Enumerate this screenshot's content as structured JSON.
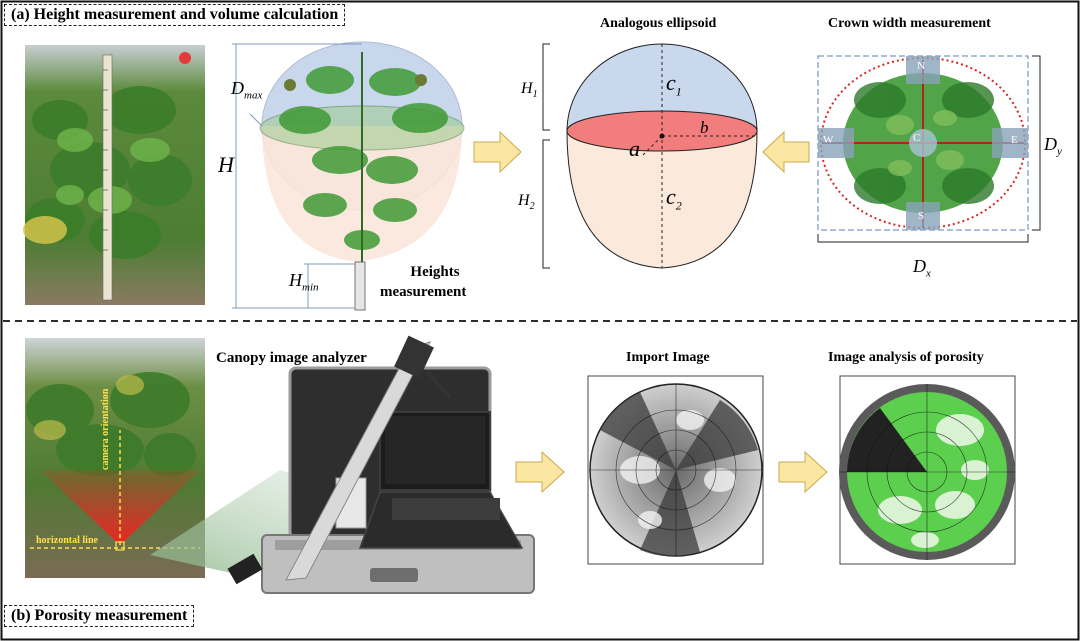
{
  "panel_a": {
    "title": "(a) Height measurement and volume calculation",
    "heights": {
      "label": "Heights",
      "label2": "measurement",
      "H": "H",
      "Dmax_main": "D",
      "Dmax_sub": "max",
      "Hmin_main": "H",
      "Hmin_sub": "min"
    },
    "ellipsoid": {
      "title": "Analogous ellipsoid",
      "H1_main": "H",
      "H1_sub": "1",
      "H2_main": "H",
      "H2_sub": "2",
      "c1_main": "c",
      "c1_sub": "1",
      "c2_main": "c",
      "c2_sub": "2",
      "a": "a",
      "b": "b"
    },
    "crown": {
      "title": "Crown width measurement",
      "N": "N",
      "S": "S",
      "W": "W",
      "E": "E",
      "C": "C",
      "Dy_main": "D",
      "Dy_sub": "y",
      "Dx_main": "D",
      "Dx_sub": "x"
    }
  },
  "panel_b": {
    "title": "(b) Porosity measurement",
    "photo": {
      "camera_orientation": "camera orientation",
      "horizontal_line": "horizontal line"
    },
    "analyzer": {
      "title": "Canopy image analyzer"
    },
    "import": {
      "title": "Import Image"
    },
    "analysis": {
      "title": "Image analysis of porosity"
    }
  },
  "colors": {
    "ellipse_top": "#c9d8ec",
    "ellipse_bottom": "#fbe9dc",
    "ellipse_mid": "#f27d7d",
    "arrow": "#fbe7a2",
    "arrow_stroke": "#c9a94c",
    "plant_green": "#3f9a35",
    "porosity_green": "#4cd44c"
  }
}
